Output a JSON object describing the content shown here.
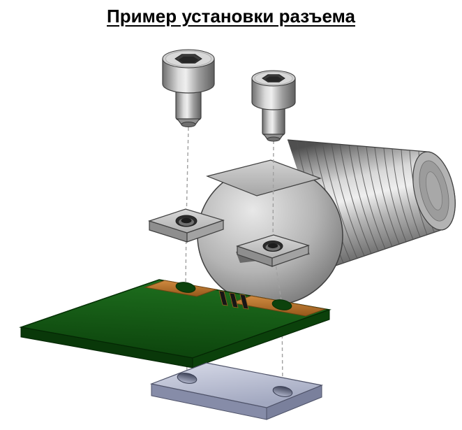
{
  "title": "Пример установки разъема",
  "diagram": {
    "type": "exploded-assembly-illustration",
    "parts": [
      "screw-left",
      "screw-right",
      "connector-body",
      "threaded-coupling",
      "mounting-tab-left",
      "mounting-tab-right",
      "pcb",
      "copper-pad-left",
      "copper-pad-right",
      "pin-slots",
      "mounting-plate",
      "assembly-axis-left",
      "assembly-axis-right"
    ]
  },
  "colors": {
    "background": "#ffffff",
    "title_text": "#000000",
    "metal_gray": "#b0b0b0",
    "metal_dark": "#3a3a3a",
    "pcb_green": "#135413",
    "pcb_edge_green": "#093809",
    "copper": "#b5722a",
    "plate_lavender": "#bfc4da",
    "hole_dark": "#2c2c2c",
    "guide_line_gray": "#a0a0a0"
  }
}
